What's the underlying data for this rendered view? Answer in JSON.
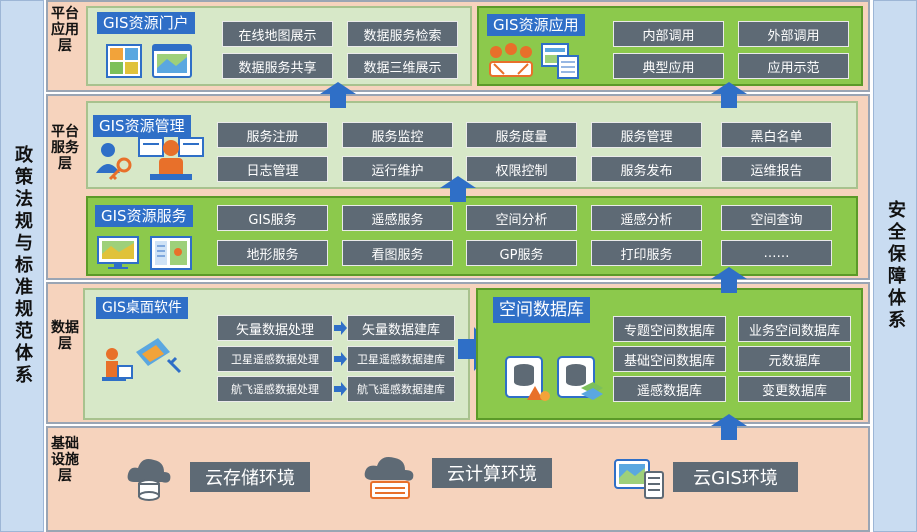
{
  "left_column": "政策法规与标准规范体系",
  "right_column": "安全保障体系",
  "layers": {
    "platform_app": "平台应用层",
    "platform_service": "平台服务层",
    "data": "数据层",
    "infrastructure": "基础设施层"
  },
  "portal": {
    "title": "GIS资源门户",
    "items": [
      "在线地图展示",
      "数据服务检索",
      "数据服务共享",
      "数据三维展示"
    ]
  },
  "application": {
    "title": "GIS资源应用",
    "items": [
      "内部调用",
      "外部调用",
      "典型应用",
      "应用示范"
    ]
  },
  "management": {
    "title": "GIS资源管理",
    "items": [
      "服务注册",
      "服务监控",
      "服务度量",
      "服务管理",
      "黑白名单",
      "日志管理",
      "运行维护",
      "权限控制",
      "服务发布",
      "运维报告"
    ]
  },
  "service": {
    "title": "GIS资源服务",
    "items": [
      "GIS服务",
      "遥感服务",
      "空间分析",
      "遥感分析",
      "空间查询",
      "地形服务",
      "看图服务",
      "GP服务",
      "打印服务",
      "……"
    ]
  },
  "desktop": {
    "title": "GIS桌面软件",
    "left": [
      "矢量数据处理",
      "卫星遥感数据处理",
      "航飞遥感数据处理"
    ],
    "right": [
      "矢量数据建库",
      "卫星遥感数据建库",
      "航飞遥感数据建库"
    ]
  },
  "spatial_db": {
    "title": "空间数据库",
    "items": [
      "专题空间数据库",
      "业务空间数据库",
      "基础空间数据库",
      "元数据库",
      "遥感数据库",
      "变更数据库"
    ]
  },
  "infra": {
    "items": [
      "云存储环境",
      "云计算环境",
      "云GIS环境"
    ]
  }
}
